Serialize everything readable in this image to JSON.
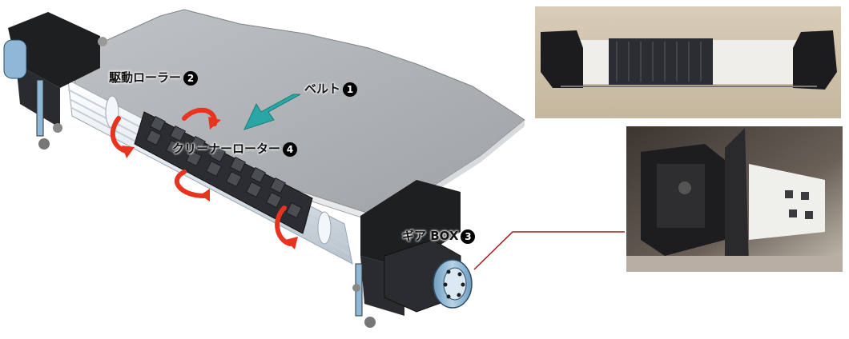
{
  "labels": {
    "drive_roller": {
      "text": "駆動ローラー",
      "num": "2"
    },
    "belt": {
      "text": "ベルト",
      "num": "1"
    },
    "cleaner_rotor": {
      "text": "クリーナーローター",
      "num": "4"
    },
    "gear_box": {
      "text": "ギア BOX",
      "num": "3"
    }
  },
  "colors": {
    "belt_surface": "#a9adb0",
    "belt_edge": "#e7e9ea",
    "roller_white": "#e8edf2",
    "rotor_dark": "#2b2d30",
    "bracket_black": "#1e1f21",
    "gear_blue": "#8fb8d6",
    "arrow_red": "#e8341f",
    "arrow_teal": "#2aa6a6",
    "callout_line": "#a51b1b"
  },
  "icons": [
    "belt-direction-arrow",
    "rotation-arrow"
  ]
}
